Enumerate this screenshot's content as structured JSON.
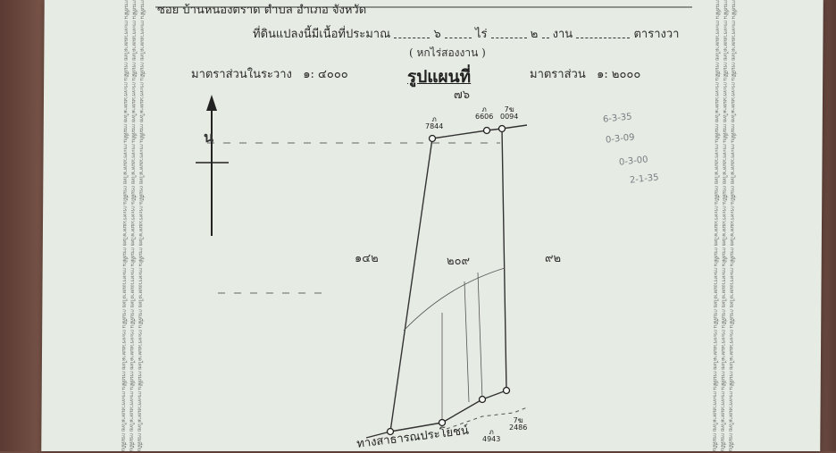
{
  "header": {
    "top_line": "ซอย    บ้านหนองตราด    ตำบล    อำเภอ    จังหวัด"
  },
  "area": {
    "prefix": "ที่ดินแปลงนี้มีเนื้อที่ประมาณ",
    "rai_value": "๖",
    "rai_unit": "ไร่",
    "ngan_value": "๒",
    "ngan_unit": "งาน",
    "wa_unit": "ตารางวา"
  },
  "scales": {
    "left_label": "มาตราส่วนในระวาง",
    "left_value": "๑: ๔๐๐๐",
    "right_label": "มาตราส่วน",
    "right_value": "๑: ๒๐๐๐"
  },
  "title": {
    "subnote": "( หกไร่สองงาน )",
    "main": "รูปแผนที่",
    "map_number": "๗๖"
  },
  "north": {
    "label": "น"
  },
  "parcels": {
    "left": "๑๔๒",
    "center": "๒๐๙",
    "right": "๙๒"
  },
  "pins": [
    {
      "top": "ภ",
      "bottom": "7844"
    },
    {
      "top": "ภ",
      "bottom": "6606"
    },
    {
      "top": "7ฆ",
      "bottom": "0094"
    },
    {
      "top": "7ฆ",
      "bottom": "2486"
    },
    {
      "top": "ภ",
      "bottom": "4943"
    }
  ],
  "road": {
    "label": "ทางสาธารณประโยชน์"
  },
  "pencil_notes": [
    "6-3-35",
    "0-3-09",
    "0-3-00",
    "2-1-35"
  ],
  "border_text": "กรมที่ดิน กระทรวงมหาดไทย"
}
